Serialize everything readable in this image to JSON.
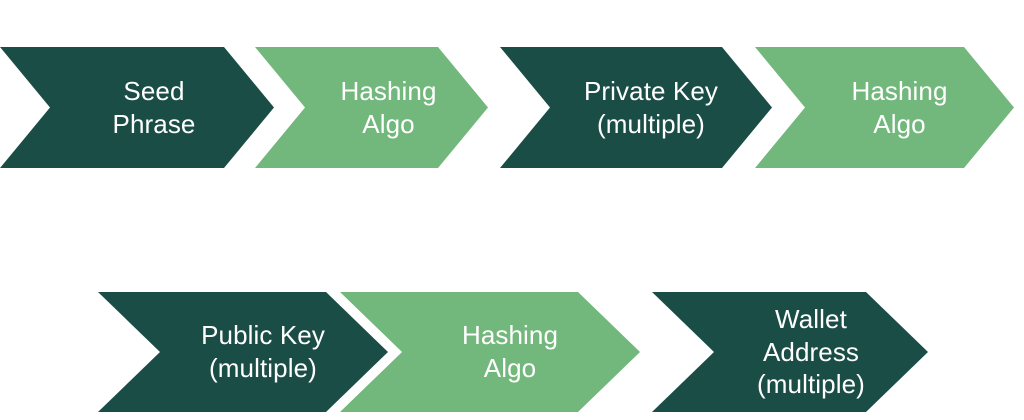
{
  "diagram": {
    "type": "chevron-process-flow",
    "background_color": "#ffffff",
    "colors": {
      "dark_green": "#1b4d47",
      "light_green": "#72b87c",
      "label_text": "#ffffff"
    },
    "rows": [
      {
        "row_name": "seed-to-hash-row",
        "steps": [
          {
            "label": "Seed\nPhrase",
            "color_role": "dark_green",
            "order": 1
          },
          {
            "label": "Hashing\nAlgo",
            "color_role": "light_green",
            "order": 2
          },
          {
            "label": "Private Key\n(multiple)",
            "color_role": "dark_green",
            "order": 3
          },
          {
            "label": "Hashing\nAlgo",
            "color_role": "light_green",
            "order": 4
          }
        ]
      },
      {
        "row_name": "publickey-to-wallet-row",
        "steps": [
          {
            "label": "Public Key\n(multiple)",
            "color_role": "dark_green",
            "order": 5
          },
          {
            "label": "Hashing\nAlgo",
            "color_role": "light_green",
            "order": 6
          },
          {
            "label": "Wallet\nAddress\n(multiple)",
            "color_role": "dark_green",
            "order": 7
          }
        ]
      }
    ]
  }
}
